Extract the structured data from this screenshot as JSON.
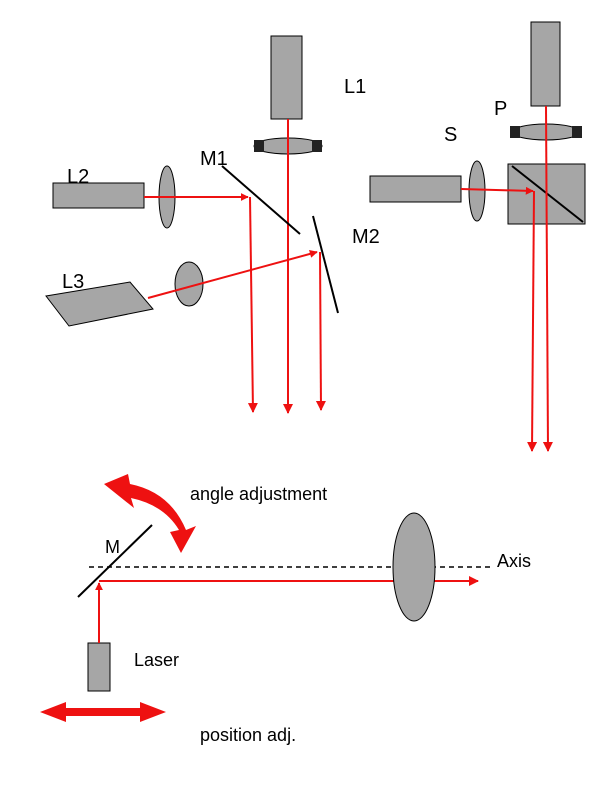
{
  "colors": {
    "beam": "#ee1111",
    "component": "#a6a6a6",
    "outline": "#000000",
    "background": "#ffffff"
  },
  "top_setup": {
    "labels": {
      "l1": "L1",
      "l2": "L2",
      "l3": "L3",
      "m1": "M1",
      "m2": "M2",
      "s": "S",
      "p": "P"
    }
  },
  "bottom_setup": {
    "labels": {
      "angle": "angle adjustment",
      "mirror": "M",
      "axis": "Axis",
      "laser": "Laser",
      "position": "position adj."
    }
  }
}
